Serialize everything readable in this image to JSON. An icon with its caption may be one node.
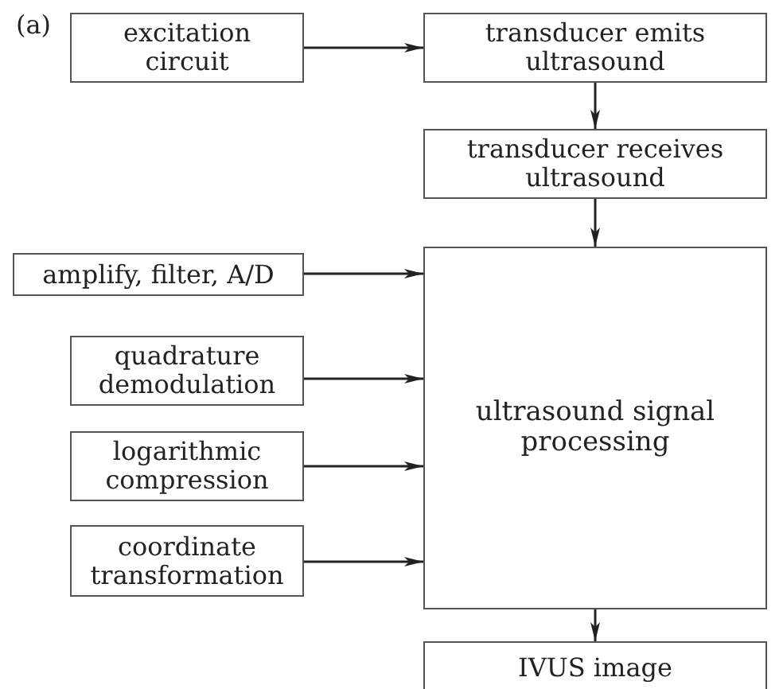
{
  "diagram": {
    "nodes": [
      {
        "text": [
          "excitation circuit"
        ]
      },
      {
        "text": [
          "transducer emits ultrasound"
        ]
      },
      {
        "text": [
          "transducer receives ultrasound"
        ]
      },
      {
        "text": [
          "amplify, filter, A/D"
        ]
      },
      {
        "text": [
          "quadrature demodulation"
        ]
      },
      {
        "text": [
          "logarithmic compression"
        ]
      },
      {
        "text": [
          "coordinate transformation"
        ]
      },
      {
        "text": [
          "ultrasound signal processing"
        ]
      },
      {
        "text": [
          "IVUS image"
        ]
      }
    ],
    "edges": [
      {
        "from": 0,
        "to": 1,
        "arrow": "to"
      },
      {
        "from": 1,
        "to": 2,
        "arrow": "to"
      },
      {
        "from": 2,
        "to": 7,
        "arrow": "to"
      },
      {
        "from": 3,
        "to": 7,
        "arrow": "to"
      },
      {
        "from": 4,
        "to": 7,
        "arrow": "to"
      },
      {
        "from": 5,
        "to": 7,
        "arrow": "to"
      },
      {
        "from": 6,
        "to": 7,
        "arrow": "to"
      },
      {
        "from": 7,
        "to": 8,
        "arrow": "to"
      }
    ],
    "labels": [
      "(a)"
    ]
  }
}
